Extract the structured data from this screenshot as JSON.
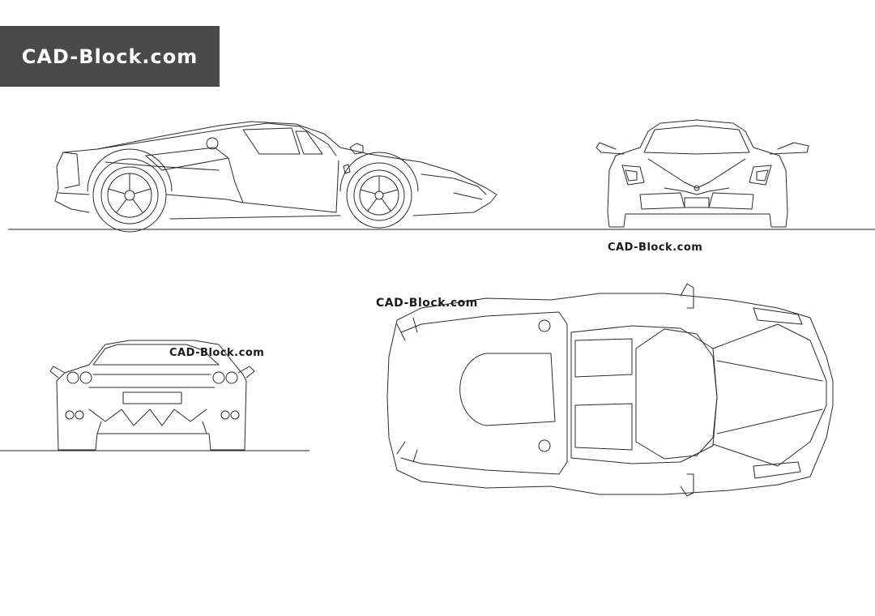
{
  "logo": {
    "text": "CAD-Block.com"
  },
  "watermarks": {
    "front": "CAD-Block.com",
    "top": "CAD-Block.com",
    "rear": "CAD-Block.com"
  },
  "colors": {
    "logo_background": "#4a4a4a",
    "logo_text": "#ffffff",
    "line": "#2a2a2a",
    "background": "#ffffff"
  }
}
